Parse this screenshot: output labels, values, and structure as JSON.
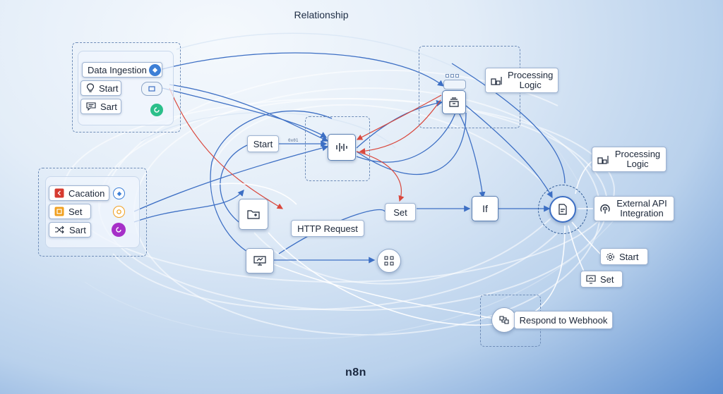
{
  "title": "Relationship",
  "logo": "n8n",
  "connector_label": "0x01",
  "colors": {
    "wire_blue": "#3d6fc4",
    "wire_red": "#d9473c",
    "wire_light": "#ffffff",
    "group_border": "#6f8db8"
  },
  "data_group": {
    "header": "Data Ingestion",
    "nodes": [
      {
        "label": "Start",
        "icon": "lightbulb-icon"
      },
      {
        "label": "Sart",
        "icon": "message-icon"
      }
    ]
  },
  "left_group": {
    "nodes": [
      {
        "label": "Cacation",
        "icon": "code-icon",
        "color": "#d63a2f"
      },
      {
        "label": "Set",
        "icon": "square-icon",
        "color": "#f0a020"
      },
      {
        "label": "Sart",
        "icon": "shuffle-icon"
      }
    ]
  },
  "nodes": {
    "start_mid": "Start",
    "http_request": "HTTP Request",
    "set_mid": "Set",
    "if_node": "If",
    "processing_top": "Processing Logic",
    "processing_right": "Processing Logic",
    "external_api": "External API Integration",
    "start_right": "Start",
    "set_right": "Set",
    "respond_webhook": "Respond to Webhook"
  }
}
